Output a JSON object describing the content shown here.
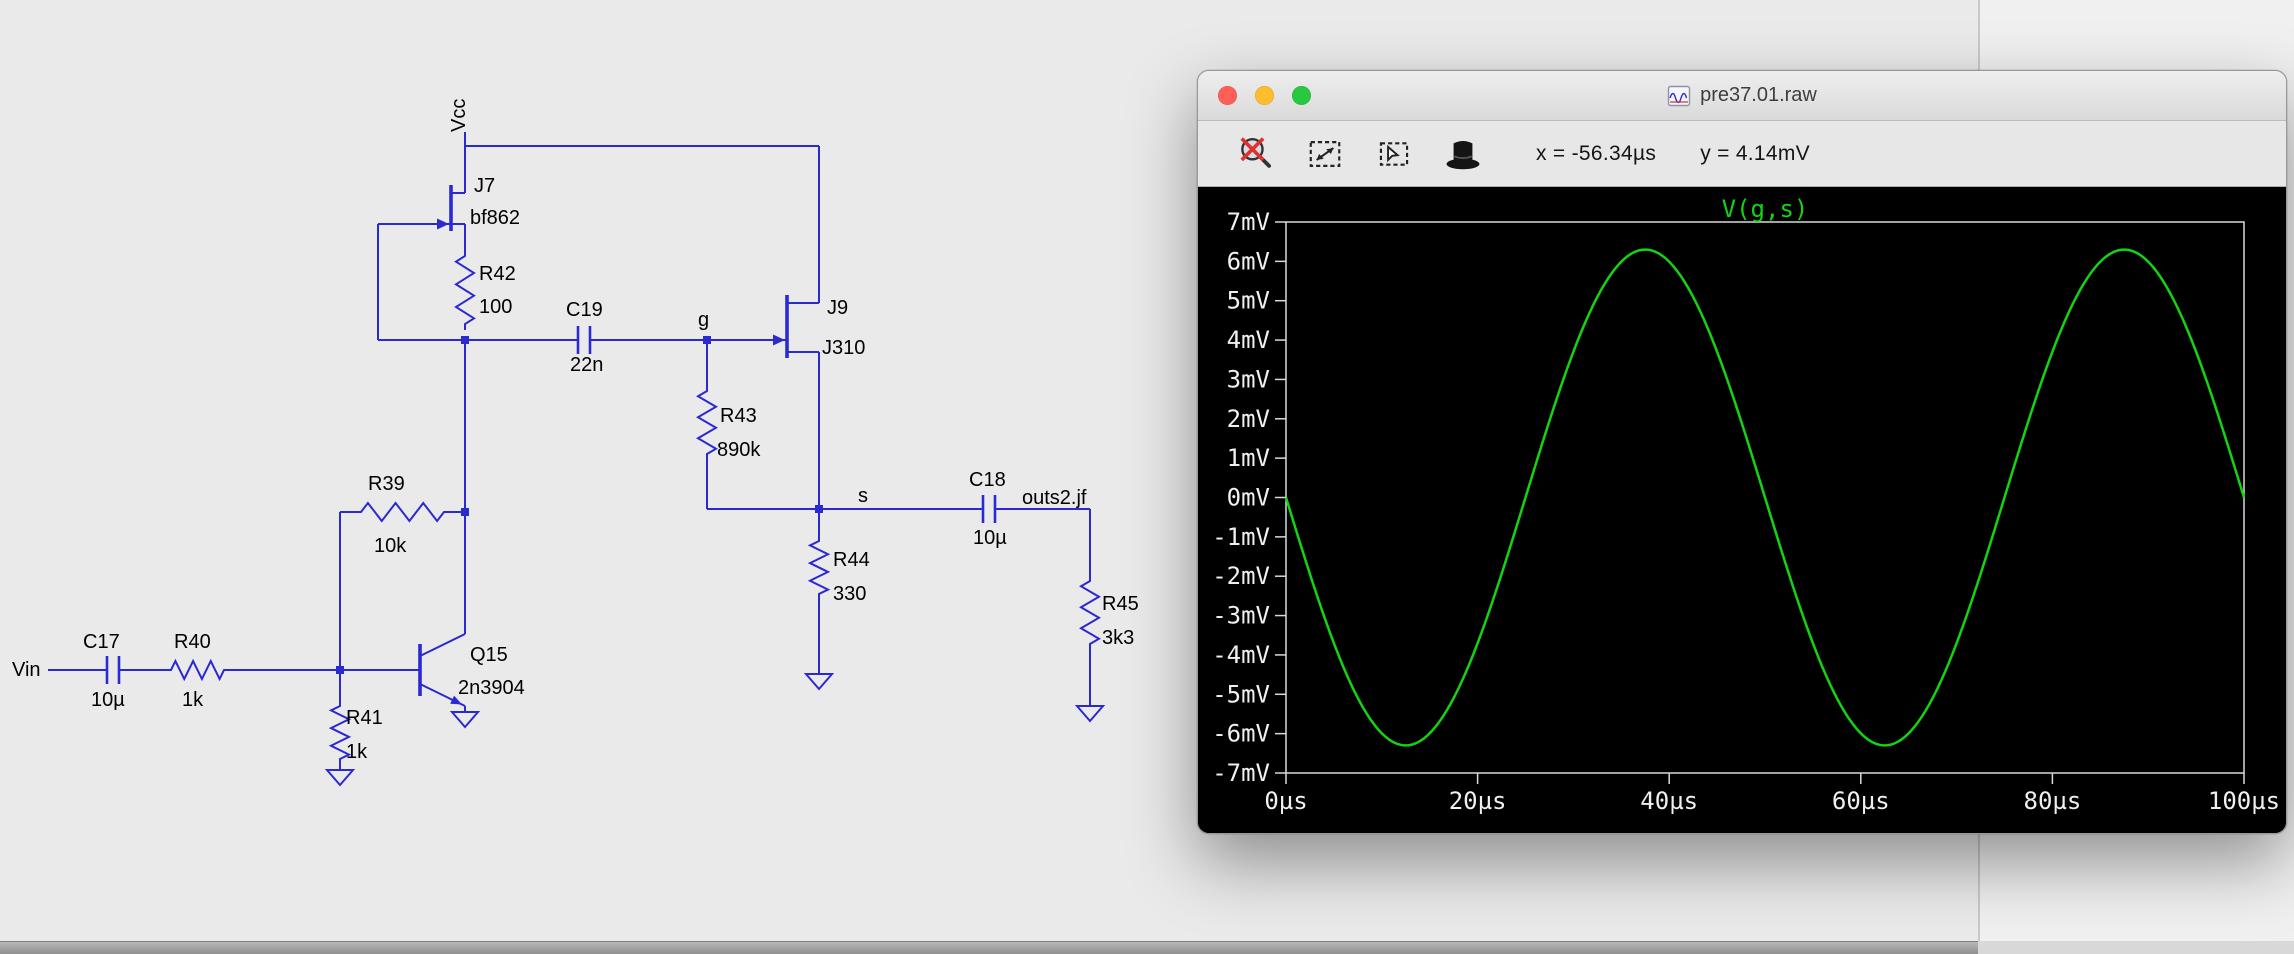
{
  "schematic": {
    "wire_color": "#2a2ad0",
    "text_color": "#000000",
    "labels": {
      "vcc": "Vcc",
      "vin": "Vin",
      "g": "g",
      "s": "s",
      "out": "outs2.jf",
      "j7_ref": "J7",
      "j7_val": "bf862",
      "r42_ref": "R42",
      "r42_val": "100",
      "c19_ref": "C19",
      "c19_val": "22n",
      "j9_ref": "J9",
      "j9_val": "J310",
      "r43_ref": "R43",
      "r43_val": "890k",
      "r39_ref": "R39",
      "r39_val": "10k",
      "c17_ref": "C17",
      "c17_val": "10µ",
      "r40_ref": "R40",
      "r40_val": "1k",
      "r41_ref": "R41",
      "r41_val": "1k",
      "q15_ref": "Q15",
      "q15_val": "2n3904",
      "r44_ref": "R44",
      "r44_val": "330",
      "c18_ref": "C18",
      "c18_val": "10µ",
      "r45_ref": "R45",
      "r45_val": "3k3"
    }
  },
  "window": {
    "title": "pre37.01.raw",
    "traffic_lights": [
      "#ff5f57",
      "#febc2e",
      "#28c840"
    ],
    "toolbar": {
      "icons": [
        "zoom-disabled",
        "zoom-area-select",
        "zoom-cursor",
        "tophat-tool"
      ],
      "cursor_x": "x = -56.34µs",
      "cursor_y": "y = 4.14mV"
    }
  },
  "chart_data": {
    "type": "line",
    "title": "V(g,s)",
    "title_color": "#12d412",
    "bg": "#000000",
    "axis_color": "#d9d9d9",
    "text_color": "#f0f0f0",
    "grid": false,
    "legend_position": "title-top-center",
    "xlim_us": [
      0,
      100
    ],
    "ylim_mV": [
      -7,
      7
    ],
    "x_tick_values": [
      0,
      20,
      40,
      60,
      80,
      100
    ],
    "x_ticks": [
      "0µs",
      "20µs",
      "40µs",
      "60µs",
      "80µs",
      "100µs"
    ],
    "y_tick_values": [
      7,
      6,
      5,
      4,
      3,
      2,
      1,
      0,
      -1,
      -2,
      -3,
      -4,
      -5,
      -6,
      -7
    ],
    "y_ticks": [
      "7mV",
      "6mV",
      "5mV",
      "4mV",
      "3mV",
      "2mV",
      "1mV",
      "0mV",
      "-1mV",
      "-2mV",
      "-3mV",
      "-4mV",
      "-5mV",
      "-6mV",
      "-7mV"
    ],
    "series": [
      {
        "name": "V(g,s)",
        "color": "#12d412",
        "shape": "sine",
        "amplitude_mV": 6.3,
        "period_us": 50,
        "equation": "v(t) = -6.3mV * sin(2*pi*t / 50us)",
        "samples_t_us_v_mV": [
          [
            0,
            0
          ],
          [
            6.25,
            -4.45
          ],
          [
            12.5,
            -6.3
          ],
          [
            18.75,
            -4.45
          ],
          [
            25,
            0
          ],
          [
            31.25,
            4.45
          ],
          [
            37.5,
            6.3
          ],
          [
            43.75,
            4.45
          ],
          [
            50,
            0
          ],
          [
            56.25,
            -4.45
          ],
          [
            62.5,
            -6.3
          ],
          [
            68.75,
            -4.45
          ],
          [
            75,
            0
          ],
          [
            81.25,
            4.45
          ],
          [
            87.5,
            6.3
          ],
          [
            93.75,
            4.45
          ],
          [
            100,
            0
          ]
        ]
      }
    ]
  }
}
